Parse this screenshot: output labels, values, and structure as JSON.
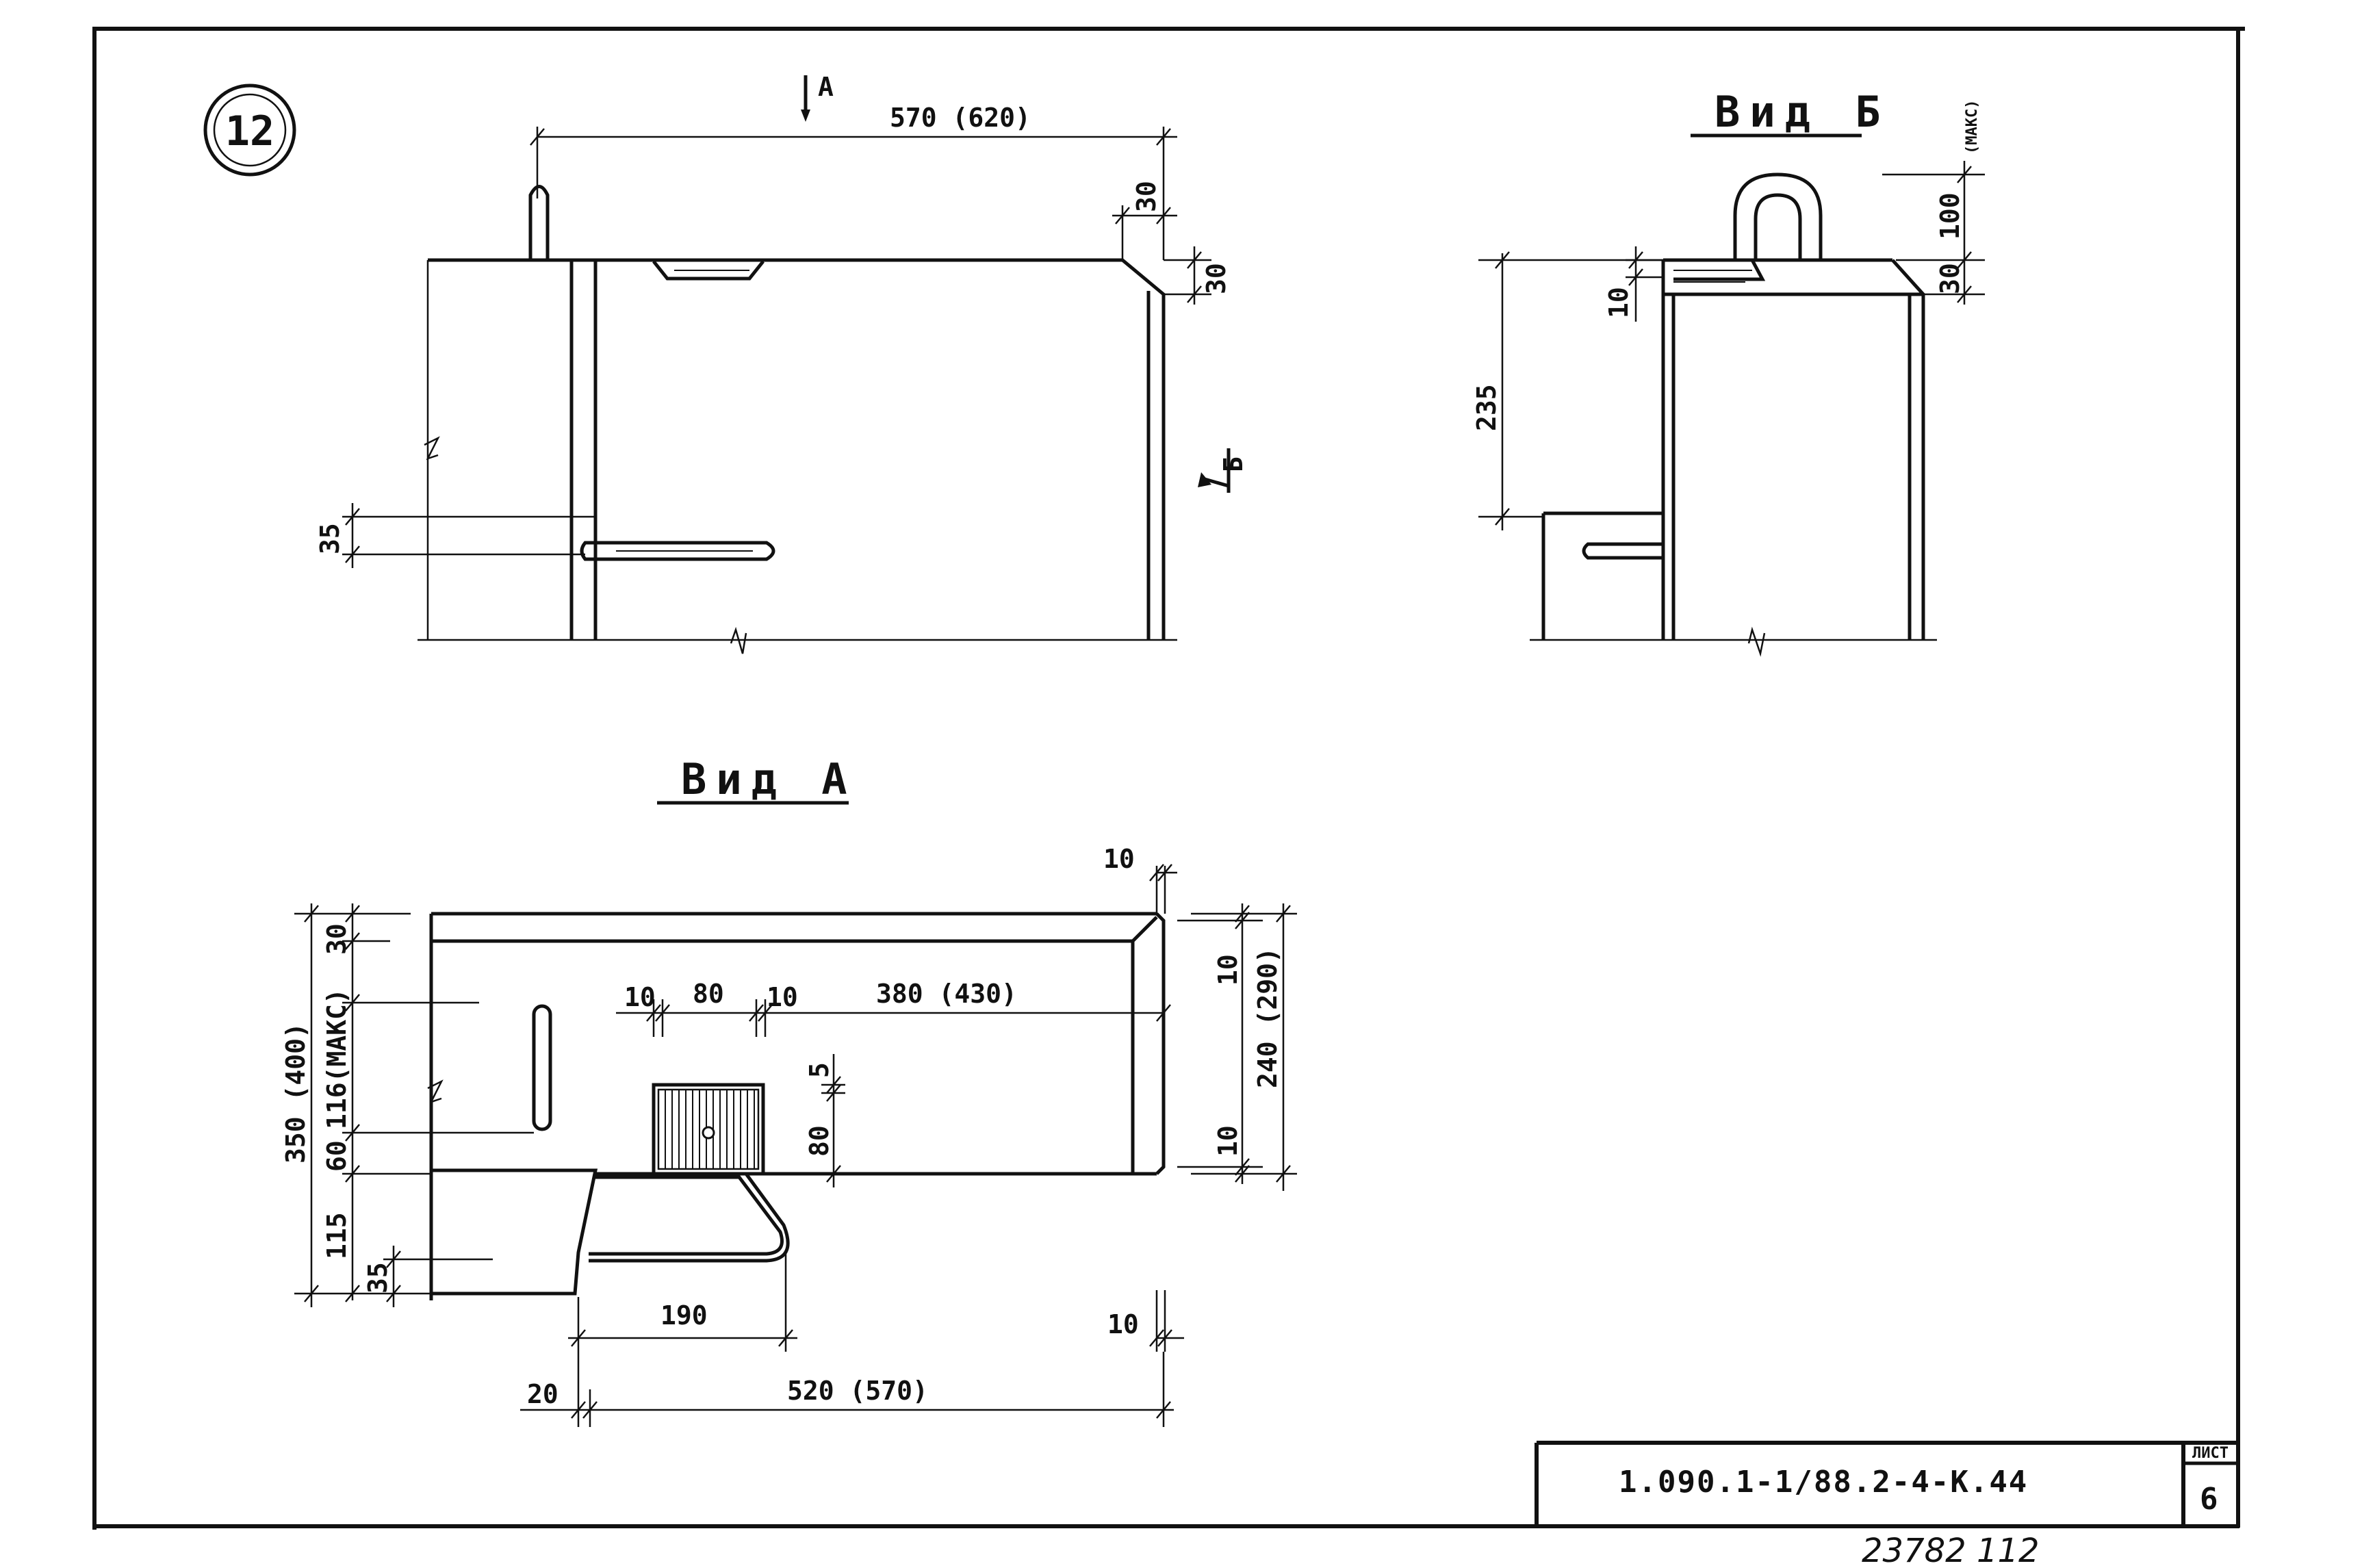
{
  "sheet": {
    "detail_number": "12",
    "document_code": "1.090.1-1/88.2-4-К.44",
    "sheet_label": "ЛИСТ",
    "sheet_number": "6",
    "inventory_number": "23782 112"
  },
  "front_view": {
    "section_marker_a": "А",
    "section_marker_b": "Б",
    "dims": {
      "overall_length": "570 (620)",
      "chamfer_horizontal": "30",
      "chamfer_vertical": "30",
      "shelf_offset": "35"
    }
  },
  "view_b": {
    "title": "Вид Б",
    "dims": {
      "height": "235",
      "plate_thickness": "10",
      "handle_max": "(МАКС)",
      "handle_height": "100",
      "offset": "30"
    }
  },
  "view_a": {
    "title": "Вид А",
    "dims": {
      "top_right_thickness": "10",
      "top_strip": "30",
      "overall_depth": "350 (400)",
      "slot_length": "116(МАКС)",
      "slot_gap": "60",
      "lower_part": "115",
      "lower_offset": "35",
      "d10_left": "10",
      "d80_top": "80",
      "d10_right": "10",
      "d380": "380 (430)",
      "d5": "5",
      "d80_side": "80",
      "right_10_top": "10",
      "right_240": "240 (290)",
      "right_10_bottom": "10",
      "d190": "190",
      "bottom_right_10": "10",
      "d20": "20",
      "d520": "520 (570)"
    }
  }
}
